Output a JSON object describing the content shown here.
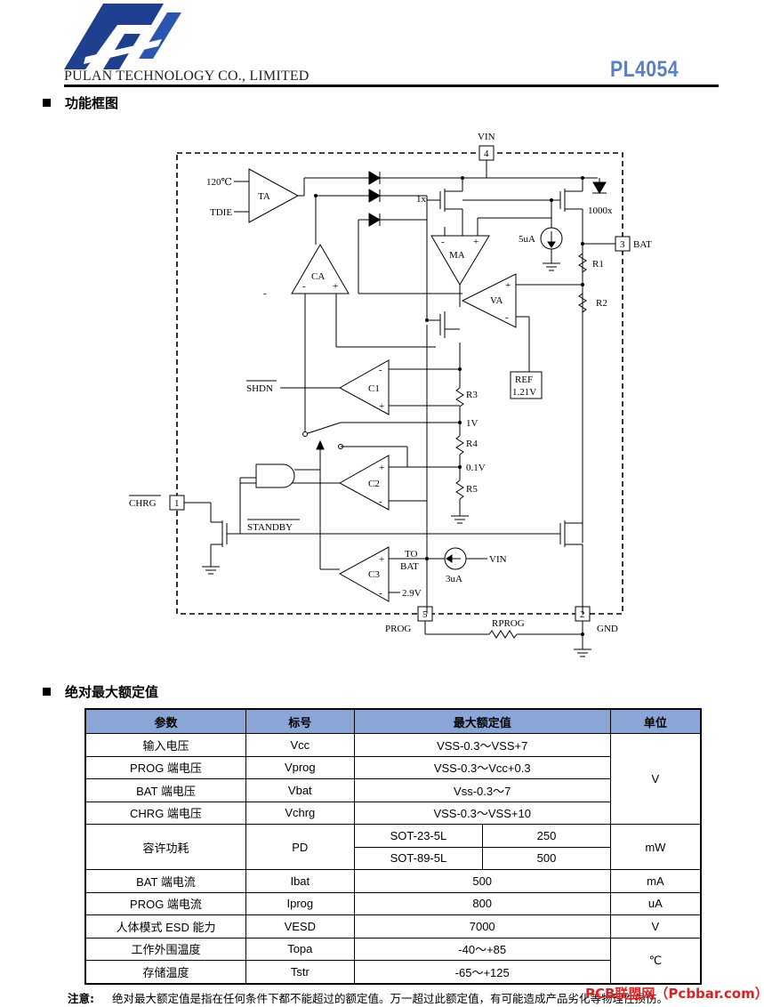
{
  "header": {
    "company": "PULAN TECHNOLOGY CO., LIMITED",
    "part_number": "PL4054"
  },
  "sections": {
    "block_diagram": "功能框图",
    "abs_max": "绝对最大额定值"
  },
  "diagram": {
    "vin_top": "VIN",
    "pin4": "4",
    "pin3": "3",
    "pin1": "1",
    "pin5": "5",
    "pin2": "2",
    "bat": "BAT",
    "temp": "120℃",
    "tdie": "TDIE",
    "ta": "TA",
    "x1": "1x",
    "x1000": "1000x",
    "src5ua": "5uA",
    "r1": "R1",
    "r2": "R2",
    "ma": "MA",
    "ca": "CA",
    "va": "VA",
    "ref": "REF",
    "ref_v": "1.21V",
    "shdn": "SHDN",
    "c1": "C1",
    "r3": "R3",
    "v1": "1V",
    "r4": "R4",
    "v01": "0.1V",
    "c2": "C2",
    "r5": "R5",
    "chrg": "CHRG",
    "standby": "STANDBY",
    "to_bat_1": "TO",
    "to_bat_2": "BAT",
    "c3": "C3",
    "v29": "2.9V",
    "vin_src": "VIN",
    "src3ua": "3uA",
    "prog": "PROG",
    "rprog": "RPROG",
    "gnd": "GND"
  },
  "ratings_table": {
    "headers": [
      "参数",
      "标号",
      "最大额定值",
      "单位"
    ],
    "rows": [
      {
        "param": "输入电压",
        "symbol": "Vcc",
        "value": "VSS-0.3～VSS+7"
      },
      {
        "param": "PROG  端电压",
        "symbol": "Vprog",
        "value": "VSS-0.3～Vcc+0.3"
      },
      {
        "param": "BAT  端电压",
        "symbol": "Vbat",
        "value": "Vss-0.3～7"
      },
      {
        "param": "CHRG 端电压",
        "symbol": "Vchrg",
        "value": "VSS-0.3～VSS+10"
      }
    ],
    "unit_v": "V",
    "power": {
      "param": "容许功耗",
      "symbol": "PD",
      "packages": [
        {
          "pkg": "SOT-23-5L",
          "value": "250"
        },
        {
          "pkg": "SOT-89-5L",
          "value": "500"
        }
      ],
      "unit": "mW"
    },
    "rows2": [
      {
        "param": "BAT  端电流",
        "symbol": "Ibat",
        "value": "500",
        "unit": "mA"
      },
      {
        "param": "PROG 端电流",
        "symbol": "Iprog",
        "value": "800",
        "unit": "uA"
      },
      {
        "param": "人体模式 ESD 能力",
        "symbol": "VESD",
        "value": "7000",
        "unit": "V"
      }
    ],
    "rows3": [
      {
        "param": "工作外围温度",
        "symbol": "Topa",
        "value": "-40～+85"
      },
      {
        "param": "存储温度",
        "symbol": "Tstr",
        "value": "-65～+125"
      }
    ],
    "unit_c": "℃"
  },
  "note": {
    "label": "注意:",
    "text": "绝对最大额定值是指在任何条件下都不能超过的额定值。万一超过此额定值，有可能造成产品劣化等物理性损伤。"
  },
  "watermark": "PCB联盟网（Pcbbar.com）",
  "colors": {
    "header_fill": "#8aa6d6",
    "part_number": "#5a7fc4",
    "logo_blue": "#1f3f8f"
  }
}
